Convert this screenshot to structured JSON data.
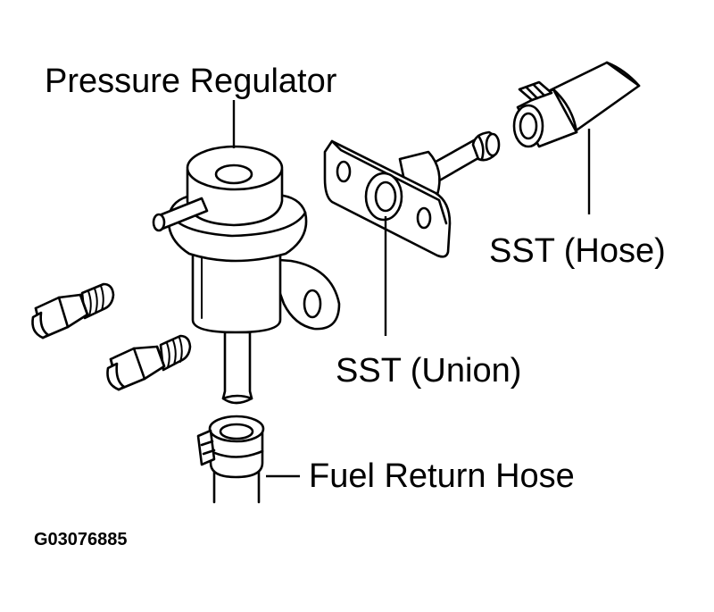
{
  "labels": {
    "pressure_regulator": "Pressure Regulator",
    "sst_hose": "SST (Hose)",
    "sst_union": "SST (Union)",
    "fuel_return_hose": "Fuel Return Hose"
  },
  "figure_code": "G03076885",
  "colors": {
    "ink": "#000000",
    "paper": "#ffffff"
  }
}
